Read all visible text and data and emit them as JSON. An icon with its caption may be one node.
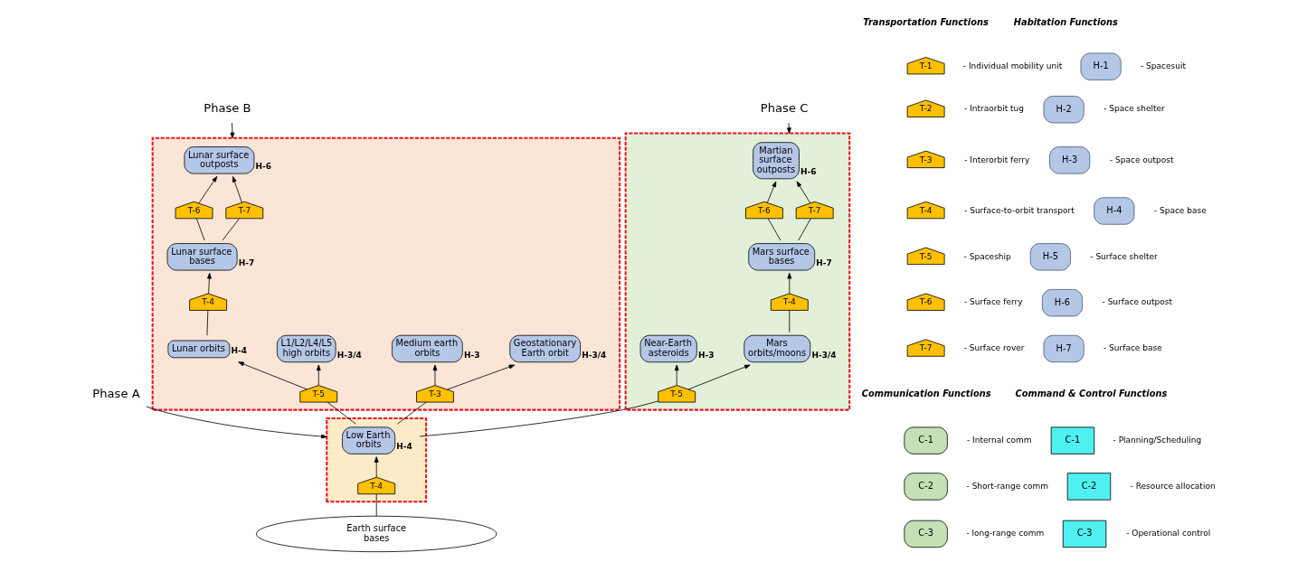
{
  "diagram": {
    "nodes": [
      {
        "text": [
          "Phase B"
        ]
      },
      {
        "text": [
          "Phase C"
        ]
      },
      {
        "text": [],
        "shape": "box"
      },
      {
        "text": [
          "Lunar surface outposts"
        ],
        "in": 2,
        "beside": [
          "H-6"
        ]
      },
      {
        "text": [
          "T-6"
        ],
        "in": 2
      },
      {
        "text": [
          "T-7"
        ],
        "in": 2
      },
      {
        "text": [
          "Lunar surface bases"
        ],
        "in": 2,
        "beside": [
          "H-7"
        ]
      },
      {
        "text": [
          "T-4"
        ],
        "in": 2
      },
      {
        "text": [
          "Medium earth orbits"
        ],
        "in": 2,
        "beside": [
          "H-3"
        ]
      },
      {
        "text": [
          "Geostationary Earth orbit"
        ],
        "in": 2,
        "beside": [
          "H-3/4"
        ]
      },
      {
        "text": [
          "Lunar orbits"
        ],
        "in": 2,
        "beside": [
          "H-4"
        ]
      },
      {
        "text": [
          "L1/L2/L4/L5 high orbits"
        ],
        "in": 2,
        "beside": [
          "H-3/4"
        ]
      },
      {
        "text": [
          "T-3"
        ],
        "in": 2
      },
      {
        "text": [
          "T-5"
        ],
        "in": 2
      },
      {
        "text": [],
        "shape": "box"
      },
      {
        "text": [
          "Martian surface outposts"
        ],
        "in": 14,
        "beside": [
          "H-6"
        ]
      },
      {
        "text": [
          "T-6"
        ],
        "in": 14
      },
      {
        "text": [
          "T-7"
        ],
        "in": 14
      },
      {
        "text": [
          "Mars surface bases"
        ],
        "in": 14,
        "beside": [
          "H-7"
        ]
      },
      {
        "text": [
          "T-4"
        ],
        "in": 14
      },
      {
        "text": [
          "Near-Earth asteroids"
        ],
        "in": 14,
        "beside": [
          "H-3"
        ]
      },
      {
        "text": [
          "Mars orbits/moons"
        ],
        "in": 14,
        "beside": [
          "H-3/4"
        ]
      },
      {
        "text": [
          "T-5"
        ],
        "in": 14
      },
      {
        "text": [
          "Phase A"
        ]
      },
      {
        "text": [],
        "shape": "box"
      },
      {
        "text": [
          "Low Earth orbits"
        ],
        "in": 24,
        "beside": [
          "H-4"
        ]
      },
      {
        "text": [
          "T-4"
        ],
        "in": 24
      },
      {
        "text": [
          "Earth surface bases"
        ]
      },
      {
        "text": [
          "T-1"
        ],
        "beside": [
          "- Individual mobility unit"
        ]
      },
      {
        "text": [
          "T-2"
        ],
        "beside": [
          "- Intraorbit tug"
        ]
      },
      {
        "text": [
          "T-3"
        ],
        "beside": [
          "- Interorbit ferry"
        ]
      },
      {
        "text": [
          "T-4"
        ],
        "beside": [
          "- Surface-to-orbit transport"
        ]
      },
      {
        "text": [
          "T-5"
        ],
        "beside": [
          "- Spaceship"
        ]
      },
      {
        "text": [
          "T-6"
        ],
        "beside": [
          "- Surface ferry"
        ]
      },
      {
        "text": [
          "T-7"
        ],
        "beside": [
          "- Surface rover"
        ]
      },
      {
        "text": [
          "H-1"
        ],
        "beside": [
          "- Spacesuit"
        ]
      },
      {
        "text": [
          "H-2"
        ],
        "beside": [
          "- Space shelter"
        ]
      },
      {
        "text": [
          "H-3"
        ],
        "beside": [
          "- Space outpost"
        ]
      },
      {
        "text": [
          "H-4"
        ],
        "beside": [
          "- Space base"
        ]
      },
      {
        "text": [
          "H-5"
        ],
        "beside": [
          "- Surface shelter"
        ]
      },
      {
        "text": [
          "H-6"
        ],
        "beside": [
          "- Surface outpost"
        ]
      },
      {
        "text": [
          "H-7"
        ],
        "beside": [
          "- Surface base"
        ]
      },
      {
        "text": [
          "C-1"
        ],
        "beside": [
          "- Internal comm"
        ]
      },
      {
        "text": [
          "C-2"
        ],
        "beside": [
          "- Short-range comm"
        ]
      },
      {
        "text": [
          "C-3"
        ],
        "beside": [
          "- long-range comm"
        ]
      },
      {
        "text": [
          "C-1"
        ],
        "beside": [
          "- Planning/Scheduling"
        ]
      },
      {
        "text": [
          "C-2"
        ],
        "beside": [
          "- Resource allocation"
        ]
      },
      {
        "text": [
          "C-3"
        ],
        "beside": [
          "- Operational control"
        ]
      }
    ],
    "edges": [
      {
        "from": 0,
        "to": 2,
        "arrow": "to"
      },
      {
        "from": 1,
        "to": 14,
        "arrow": "to"
      },
      {
        "from": 23,
        "to": 24,
        "arrow": "to"
      },
      {
        "from": 27,
        "to": 26,
        "arrow": "none"
      },
      {
        "from": 26,
        "to": 25,
        "arrow": "to"
      },
      {
        "from": 25,
        "to": 12,
        "arrow": "none"
      },
      {
        "from": 25,
        "to": 13,
        "arrow": "none"
      },
      {
        "from": 25,
        "to": 22,
        "arrow": "none"
      },
      {
        "from": 12,
        "to": 8,
        "arrow": "to"
      },
      {
        "from": 12,
        "to": 9,
        "arrow": "to"
      },
      {
        "from": 13,
        "to": 10,
        "arrow": "to"
      },
      {
        "from": 13,
        "to": 11,
        "arrow": "to"
      },
      {
        "from": 10,
        "to": 7,
        "arrow": "none"
      },
      {
        "from": 7,
        "to": 6,
        "arrow": "to"
      },
      {
        "from": 6,
        "to": 4,
        "arrow": "none"
      },
      {
        "from": 6,
        "to": 5,
        "arrow": "none"
      },
      {
        "from": 4,
        "to": 3,
        "arrow": "to"
      },
      {
        "from": 5,
        "to": 3,
        "arrow": "to"
      },
      {
        "from": 22,
        "to": 20,
        "arrow": "to"
      },
      {
        "from": 22,
        "to": 21,
        "arrow": "to"
      },
      {
        "from": 21,
        "to": 19,
        "arrow": "none"
      },
      {
        "from": 19,
        "to": 18,
        "arrow": "to"
      },
      {
        "from": 18,
        "to": 16,
        "arrow": "none"
      },
      {
        "from": 18,
        "to": 17,
        "arrow": "none"
      },
      {
        "from": 16,
        "to": 15,
        "arrow": "to"
      },
      {
        "from": 17,
        "to": 15,
        "arrow": "to"
      }
    ],
    "labels": [
      "Transportation Functions",
      "Habitation Functions",
      "Communication Functions",
      "Command & Control Functions"
    ]
  }
}
